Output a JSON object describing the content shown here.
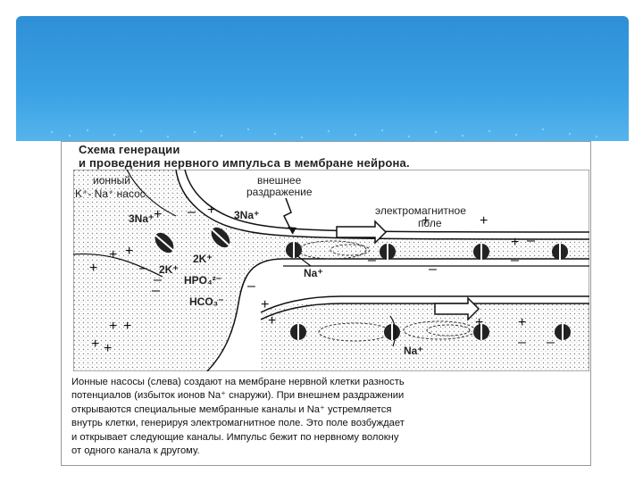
{
  "header": {
    "accent": "#3aa1e4"
  },
  "figure": {
    "title_line1": "Схема генерации",
    "title_line2": "и проведения нервного импульса в мембране нейрона.",
    "labels": {
      "pump": "ионный",
      "pump2": "K⁺- Na⁺ насос",
      "stimulus1": "внешнее",
      "stimulus2": "раздражение",
      "field1": "электромагнитное",
      "field2": "поле",
      "na3_left": "3Na⁺",
      "na3_mid": "3Na⁺",
      "k2_upper": "2K⁺",
      "k2_lower": "2K⁺",
      "hpo4": "HPO₄²⁻",
      "hco3": "HCO₃⁻",
      "na_upper": "Na⁺",
      "na_lower": "Na⁺"
    },
    "caption": [
      "Ионные насосы (слева) создают на мембране нервной клетки разность",
      "потенциалов (избыток ионов Na⁺ снаружи). При внешнем раздражении",
      "открываются специальные мембранные каналы и Na⁺ устремляется",
      "внутрь клетки, генерируя электромагнитное поле. Это поле возбуждает",
      "и открывает следующие каналы. Импульс бежит по нервному волокну",
      "от одного канала к другому."
    ]
  }
}
